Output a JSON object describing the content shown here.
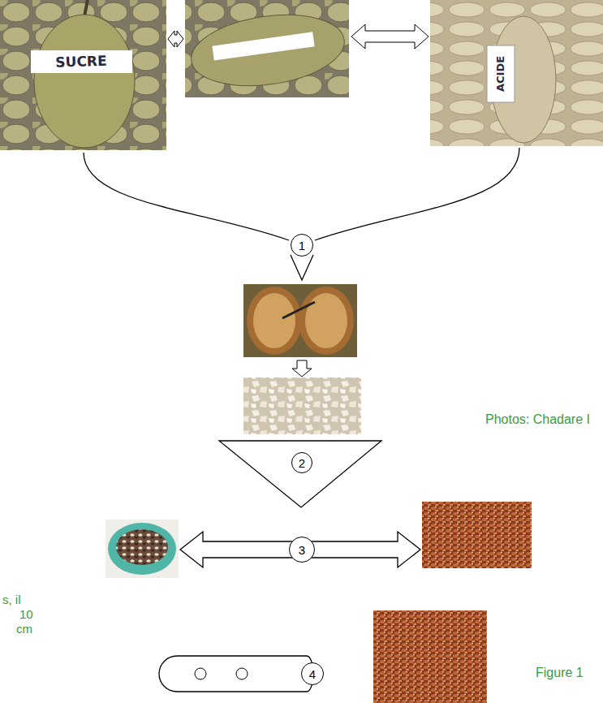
{
  "diagram": {
    "caption": "Figure 1",
    "nodes": [
      {
        "text": [
          "1"
        ]
      },
      {
        "text": [
          "2"
        ]
      },
      {
        "text": [
          "3"
        ]
      },
      {
        "text": [
          "4"
        ]
      }
    ],
    "labels": [
      "SUCRE",
      "ACIDE",
      "Photos: Chadare I",
      "s, il",
      "10",
      "cm"
    ]
  }
}
